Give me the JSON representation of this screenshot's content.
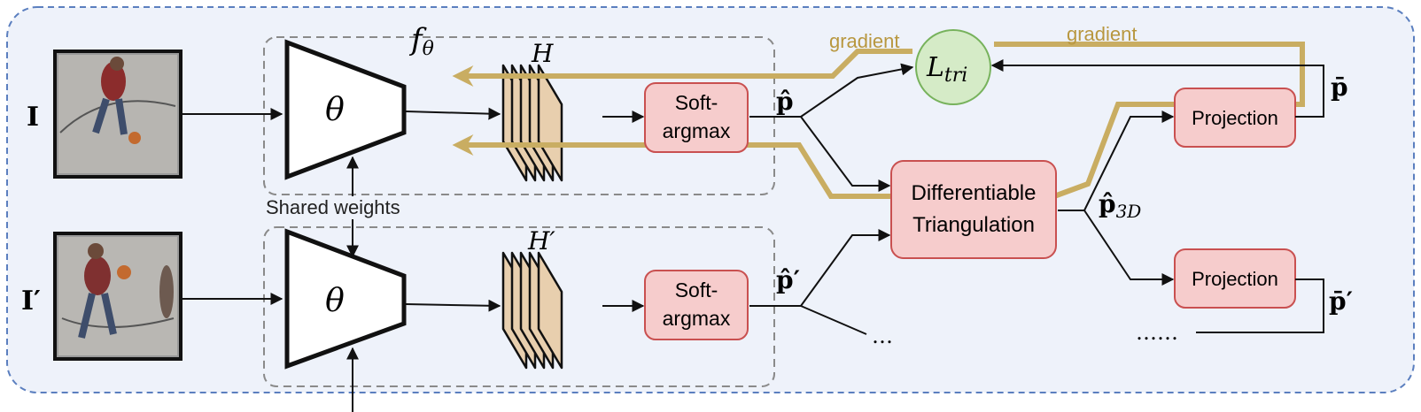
{
  "labels": {
    "input_1": "I",
    "input_2": "I′",
    "theta_1": "θ",
    "theta_2": "θ",
    "network_label": "fθ",
    "heatmap_1": "H",
    "heatmap_2": "H′",
    "softargmax_1": [
      "Soft-",
      "argmax"
    ],
    "softargmax_2": [
      "Soft-",
      "argmax"
    ],
    "p_hat": "p̂",
    "p_hat_prime": "p̂′",
    "loss": "Ltri",
    "gradient_1": "gradient",
    "gradient_2": "gradient",
    "triangulation": [
      "Differentiable",
      "Triangulation"
    ],
    "p_hat_3d": "p̂3D",
    "projection_1": "Projection",
    "projection_2": "Projection",
    "p_bar": "p̄",
    "p_bar_prime": "p̄′",
    "shared_weights": "Shared weights",
    "ellipsis_1": "…",
    "ellipsis_2": "……"
  },
  "colors": {
    "panel_fill": "#eef2fa",
    "panel_border": "#5b7fbf",
    "box_fill": "#f6cccc",
    "box_border": "#c95050",
    "loss_fill": "#d5ebc7",
    "loss_border": "#77b25c",
    "gradient": "#c9ad62",
    "heatmap_fill": "#e8cfae",
    "dashed_box": "#888888",
    "arrow": "#111111"
  }
}
